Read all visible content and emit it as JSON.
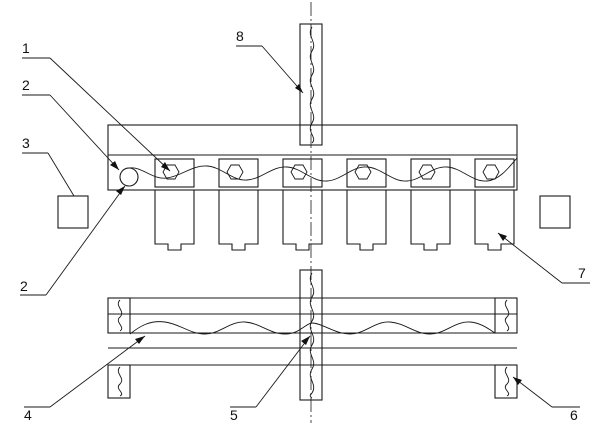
{
  "callouts": [
    {
      "id": "1",
      "label": "1"
    },
    {
      "id": "2a",
      "label": "2"
    },
    {
      "id": "3",
      "label": "3"
    },
    {
      "id": "2b",
      "label": "2"
    },
    {
      "id": "4",
      "label": "4"
    },
    {
      "id": "5",
      "label": "5"
    },
    {
      "id": "6",
      "label": "6"
    },
    {
      "id": "7",
      "label": "7"
    },
    {
      "id": "8",
      "label": "8"
    }
  ]
}
